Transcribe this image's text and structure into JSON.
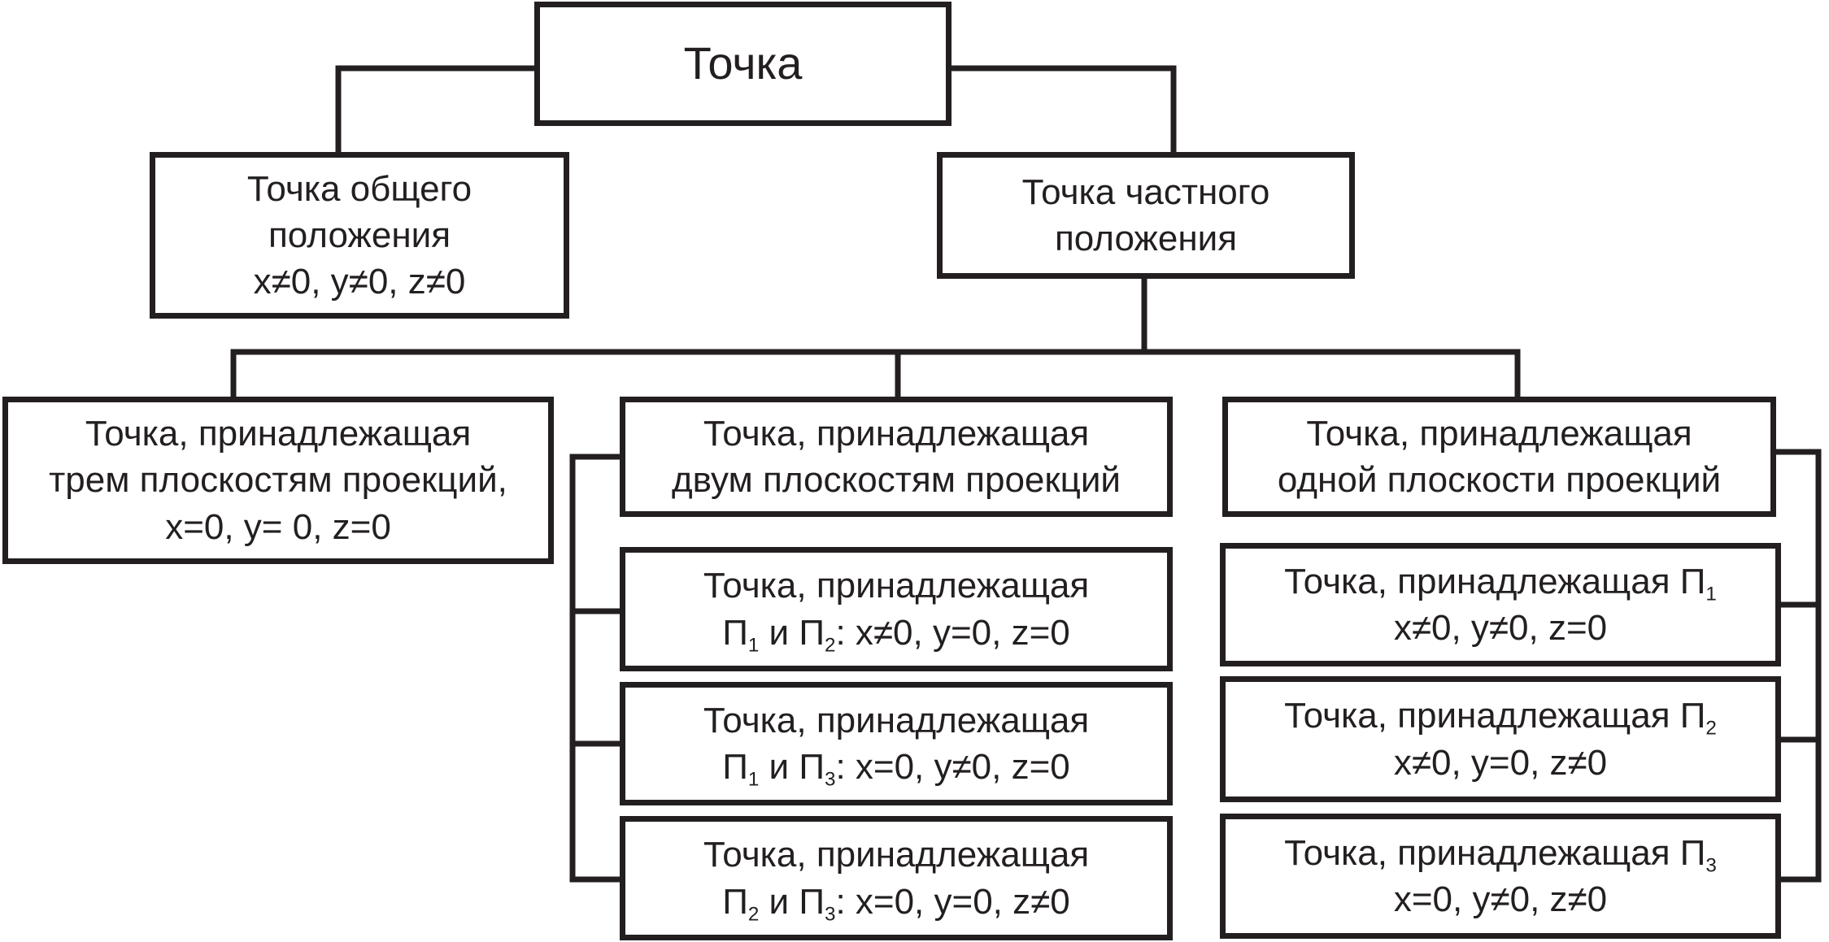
{
  "diagram": {
    "root": {
      "label": "Точка"
    },
    "general": {
      "line1": "Точка общего",
      "line2": "положения",
      "line3": "x≠0, y≠0, z≠0"
    },
    "particular": {
      "line1": "Точка частного",
      "line2": "положения"
    },
    "three_planes": {
      "line1": "Точка, принадлежащая",
      "line2": "трем плоскостям проекций,",
      "line3": "x=0, y= 0, z=0"
    },
    "two_planes": {
      "line1": "Точка, принадлежащая",
      "line2": "двум плоскостям проекций"
    },
    "one_plane": {
      "line1": "Точка, принадлежащая",
      "line2": "одной плоскости проекций"
    },
    "p1_p2": {
      "line1": "Точка, принадлежащая",
      "plane_a": "П",
      "sub_a": "1",
      "conj": " и ",
      "plane_b": "П",
      "sub_b": "2",
      "cond": ": x≠0, y=0, z=0"
    },
    "p1_p3": {
      "line1": "Точка, принадлежащая",
      "plane_a": "П",
      "sub_a": "1",
      "conj": " и ",
      "plane_b": "П",
      "sub_b": "3",
      "cond": ": x=0, y≠0, z=0"
    },
    "p2_p3": {
      "line1": "Точка, принадлежащая",
      "plane_a": "П",
      "sub_a": "2",
      "conj": " и ",
      "plane_b": "П",
      "sub_b": "3",
      "cond": ": x=0, y=0, z≠0"
    },
    "on_p1": {
      "lead": "Точка, принадлежащая П",
      "sub": "1",
      "cond": "x≠0, y≠0, z=0"
    },
    "on_p2": {
      "lead": "Точка, принадлежащая П",
      "sub": "2",
      "cond": "x≠0, y=0, z≠0"
    },
    "on_p3": {
      "lead": "Точка, принадлежащая П",
      "sub": "3",
      "cond": "x=0, y≠0, z≠0"
    }
  },
  "colors": {
    "stroke": "#231f20",
    "background": "#ffffff"
  }
}
